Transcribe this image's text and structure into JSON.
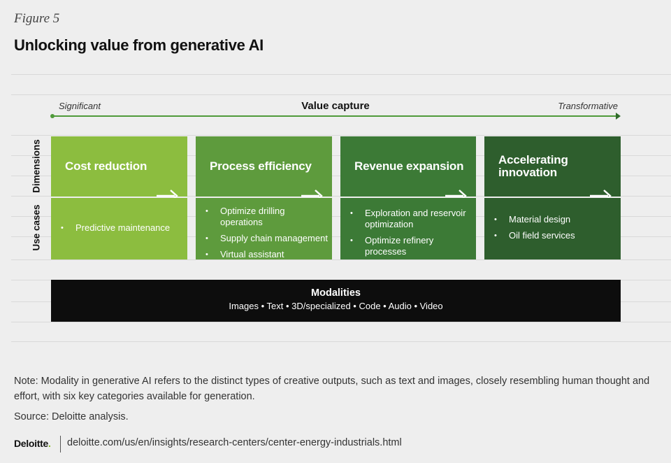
{
  "figure_label": "Figure 5",
  "title": "Unlocking value from generative AI",
  "axis": {
    "left_label": "Significant",
    "title": "Value capture",
    "right_label": "Transformative"
  },
  "row_labels": {
    "dimensions": "Dimensions",
    "use_cases": "Use cases"
  },
  "columns": [
    {
      "title": "Cost reduction",
      "use_cases": [
        "Predictive maintenance"
      ],
      "color_top": "#8cbd3f",
      "color_bottom": "#8cbd3f"
    },
    {
      "title": "Process efficiency",
      "use_cases": [
        "Optimize drilling operations",
        "Supply chain management",
        "Virtual assistant"
      ],
      "color_top": "#5e9b3d",
      "color_bottom": "#5e9b3d"
    },
    {
      "title": "Revenue expansion",
      "use_cases": [
        "Exploration and reservoir optimization",
        "Optimize refinery processes"
      ],
      "color_top": "#3c7a36",
      "color_bottom": "#3c7a36"
    },
    {
      "title": "Accelerating innovation",
      "use_cases": [
        "Material design",
        "Oil field services"
      ],
      "color_top": "#2e5e2d",
      "color_bottom": "#2e5e2d"
    }
  ],
  "modalities": {
    "title": "Modalities",
    "items": "Images • Text  • 3D/specialized • Code • Audio • Video"
  },
  "note": "Note: Modality in generative AI refers to the distinct types of creative outputs, such as text and images, closely resembling human thought and effort, with six key categories available for generation.",
  "source": "Source: Deloitte analysis.",
  "footer": {
    "logo": "Deloitte",
    "logo_dot": ".",
    "url": "deloitte.com/us/en/insights/research-centers/center-energy-industrials.html"
  }
}
